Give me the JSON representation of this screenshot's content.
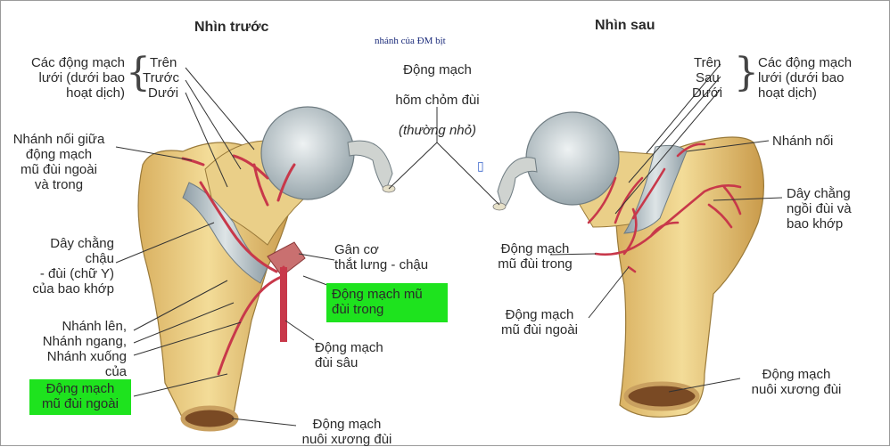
{
  "headings": {
    "front": "Nhìn trước",
    "back": "Nhìn sau"
  },
  "note": "nhánh của ĐM bịt",
  "center": {
    "line1": "Động mạch",
    "line2": "hõm chỏm đùi",
    "line3": "(thường nhỏ)"
  },
  "front_labels": {
    "retinacular": "Các động mạch\nlưới (dưới bao\nhoạt dịch)",
    "upper": "Trên",
    "anterior": "Trước",
    "lower": "Dưới",
    "anastomosis": "Nhánh nối giữa\nđộng mạch\nmũ đùi ngoài\nvà trong",
    "ligament": "Dây chằng\nchậu\n- đùi (chữ Y)\ncủa bao khớp",
    "branches": "Nhánh lên,\nNhánh ngang,\nNhánh xuống\ncủa",
    "lateral_circumflex": "Động mạch\nmũ đùi ngoài",
    "iliopsoas": "Gân cơ\nthắt lưng - chậu",
    "medial_circumflex": "Động mạch mũ\nđùi trong",
    "deep_femoral": "Động mạch\nđùi sâu",
    "nutrient": "Động mạch\nnuôi xương đùi"
  },
  "back_labels": {
    "upper": "Trên",
    "posterior": "Sau",
    "lower": "Dưới",
    "retinacular": "Các động mạch\nlưới (dưới bao\nhoạt dịch)",
    "anastomosis": "Nhánh nối",
    "ischiofemoral": "Dây chằng\nngồi đùi và\nbao khớp",
    "medial_circumflex": "Động mạch\nmũ đùi trong",
    "lateral_circumflex": "Động mạch\nmũ đùi ngoài",
    "nutrient": "Động mạch\nnuôi xương đùi"
  },
  "colors": {
    "highlight": "#1ee31e",
    "bone": "#e8c878",
    "artery": "#c8384a",
    "cartilage": "#b8c6cc"
  }
}
